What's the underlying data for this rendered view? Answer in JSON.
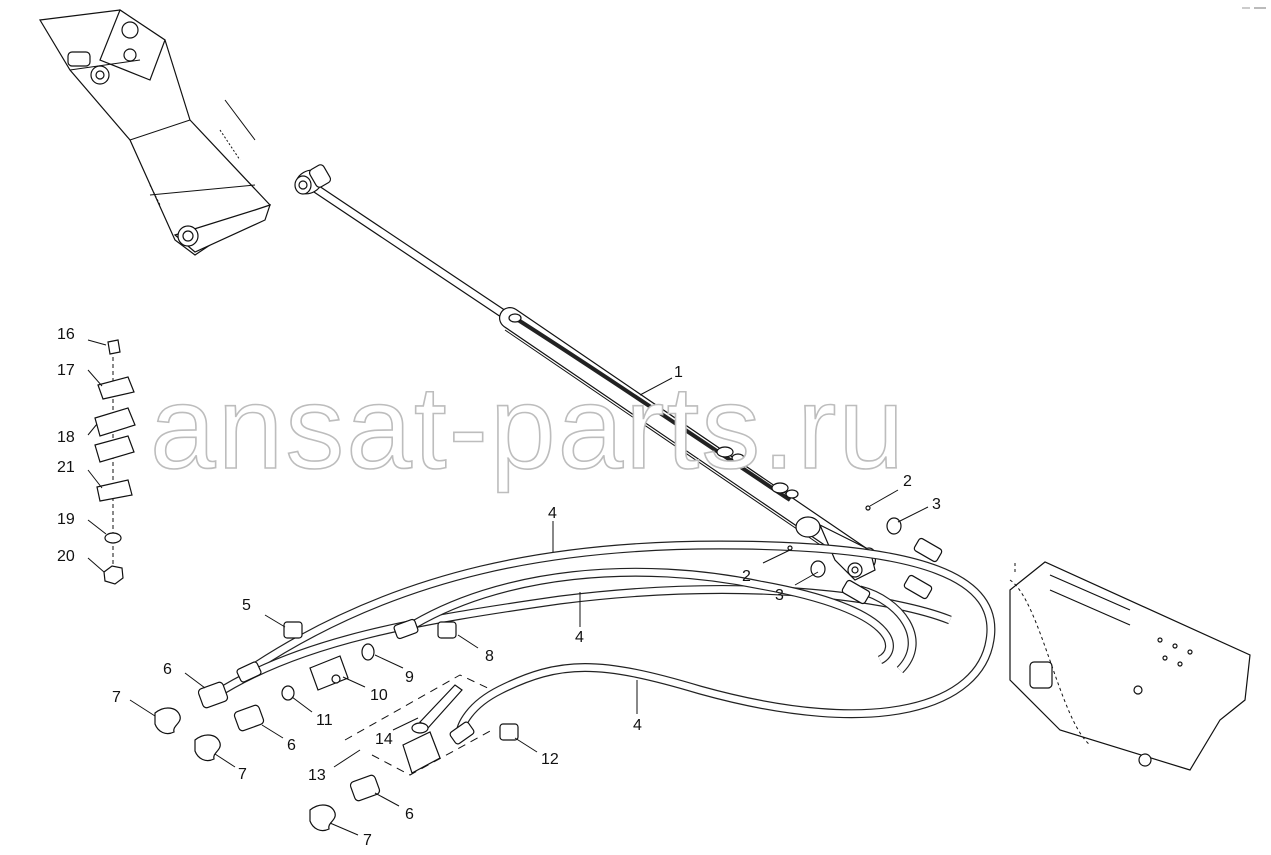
{
  "watermark": "ansat-parts.ru",
  "callouts": {
    "c1": "1",
    "c2a": "2",
    "c2b": "2",
    "c3a": "3",
    "c3b": "3",
    "c4a": "4",
    "c4b": "4",
    "c4c": "4",
    "c5": "5",
    "c6a": "6",
    "c6b": "6",
    "c6c": "6",
    "c7a": "7",
    "c7b": "7",
    "c7c": "7",
    "c8": "8",
    "c9": "9",
    "c10": "10",
    "c11": "11",
    "c12": "12",
    "c13": "13",
    "c14": "14",
    "c16": "16",
    "c17": "17",
    "c18": "18",
    "c19": "19",
    "c20": "20",
    "c21": "21"
  },
  "icons": {
    "boom_arm": "boom-arm-drawing",
    "cylinder": "hydraulic-cylinder-drawing",
    "chassis": "chassis-drawing"
  }
}
